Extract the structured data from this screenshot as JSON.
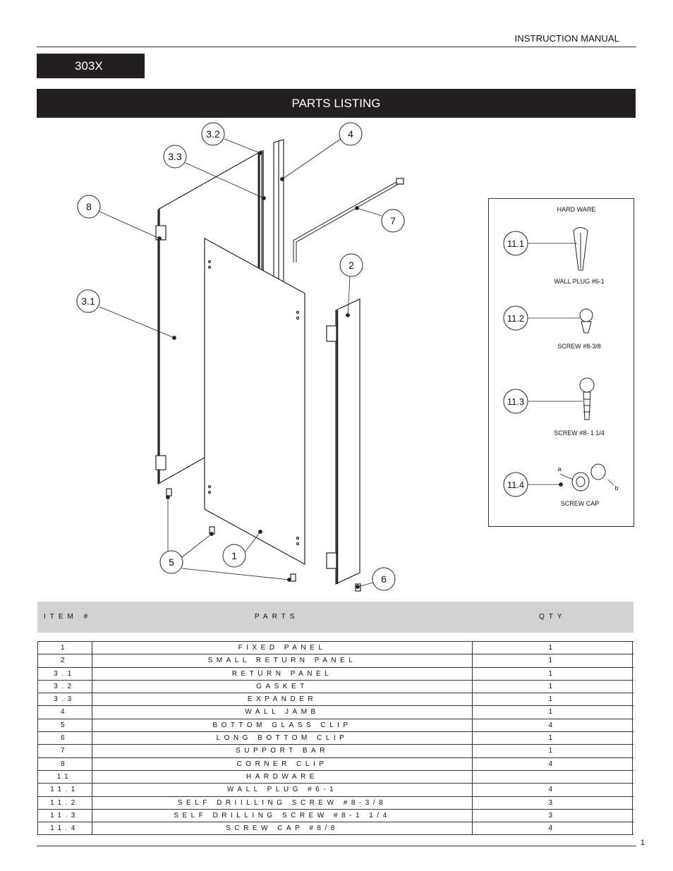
{
  "header": {
    "label": "INSTRUCTION MANUAL",
    "model": "303X",
    "banner": "PARTS LISTING"
  },
  "diagram": {
    "callouts": [
      "3.2",
      "4",
      "3.3",
      "8",
      "7",
      "2",
      "3.1",
      "1",
      "5",
      "6"
    ],
    "hardware_box": {
      "title": "HARD WARE",
      "items": [
        {
          "num": "11.1",
          "label": "WALL  PLUG #6-1"
        },
        {
          "num": "11.2",
          "label": "SCREW    #8-3/8"
        },
        {
          "num": "11.3",
          "label": "SCREW    #8-  1 1/4"
        },
        {
          "num": "11.4",
          "label": "SCREW CAP"
        }
      ],
      "sub_a": "a",
      "sub_b": "b"
    }
  },
  "table": {
    "headers": [
      "ITEM #",
      "PARTS",
      "QTY"
    ],
    "rows": [
      {
        "item": "1",
        "part": "FIXED PANEL",
        "qty": "1"
      },
      {
        "item": "2",
        "part": "SMALL RETURN PANEL",
        "qty": "1"
      },
      {
        "item": "3.1",
        "part": "RETURN PANEL",
        "qty": "1"
      },
      {
        "item": "3.2",
        "part": "GASKET",
        "qty": "1"
      },
      {
        "item": "3.3",
        "part": "EXPANDER",
        "qty": "1"
      },
      {
        "item": "4",
        "part": "WALL JAMB",
        "qty": "1"
      },
      {
        "item": "5",
        "part": "BOTTOM GLASS CLIP",
        "qty": "4"
      },
      {
        "item": "6",
        "part": "LONG BOTTOM CLIP",
        "qty": "1"
      },
      {
        "item": "7",
        "part": "SUPPORT BAR",
        "qty": "1"
      },
      {
        "item": "8",
        "part": "CORNER CLIP",
        "qty": "4"
      },
      {
        "item": "11",
        "part": "HARDWARE",
        "qty": ""
      },
      {
        "item": "11.1",
        "part": "WALL PLUG #6-1",
        "qty": "4"
      },
      {
        "item": "11.2",
        "part": "SELF DRIILLING SCREW  #8-3/8",
        "qty": "3"
      },
      {
        "item": "11.3",
        "part": "SELF DRILLING SCREW  #8-1 1/4",
        "qty": "3"
      },
      {
        "item": "11.4",
        "part": "SCREW CAP #8/8",
        "qty": "4"
      }
    ]
  },
  "footer": {
    "page": "1"
  }
}
